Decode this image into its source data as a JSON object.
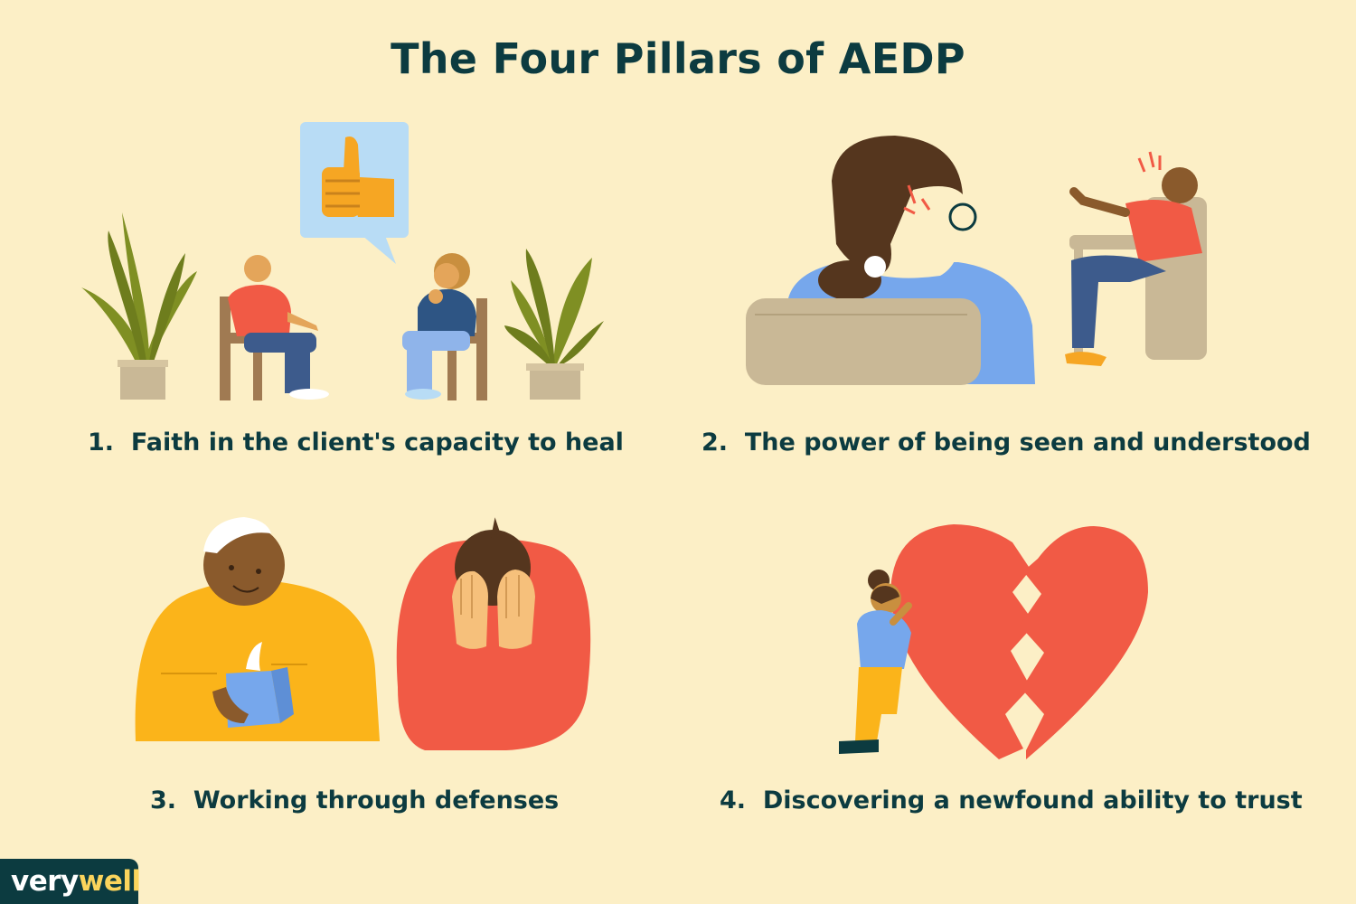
{
  "title": "The Four Pillars of AEDP",
  "pillars": [
    {
      "number": "1.",
      "text": "Faith in the client's capacity to heal"
    },
    {
      "number": "2.",
      "text": "The power of being seen and understood"
    },
    {
      "number": "3.",
      "text": "Working through defenses"
    },
    {
      "number": "4.",
      "text": "Discovering a newfound ability to trust"
    }
  ],
  "brand": {
    "part1": "very",
    "part2": "well"
  },
  "colors": {
    "background": "#fcefc6",
    "text": "#0c3b40",
    "red": "#f15a45",
    "yellow": "#fbb41a",
    "blue": "#76a7ec",
    "plant": "#7f8f23"
  },
  "illustrations": [
    "therapy-session-with-plants-and-thumbs-up-icon",
    "therapist-back-view-and-client-in-armchair",
    "counselor-offering-tissue-box-to-crying-person",
    "person-hugging-broken-heart"
  ]
}
